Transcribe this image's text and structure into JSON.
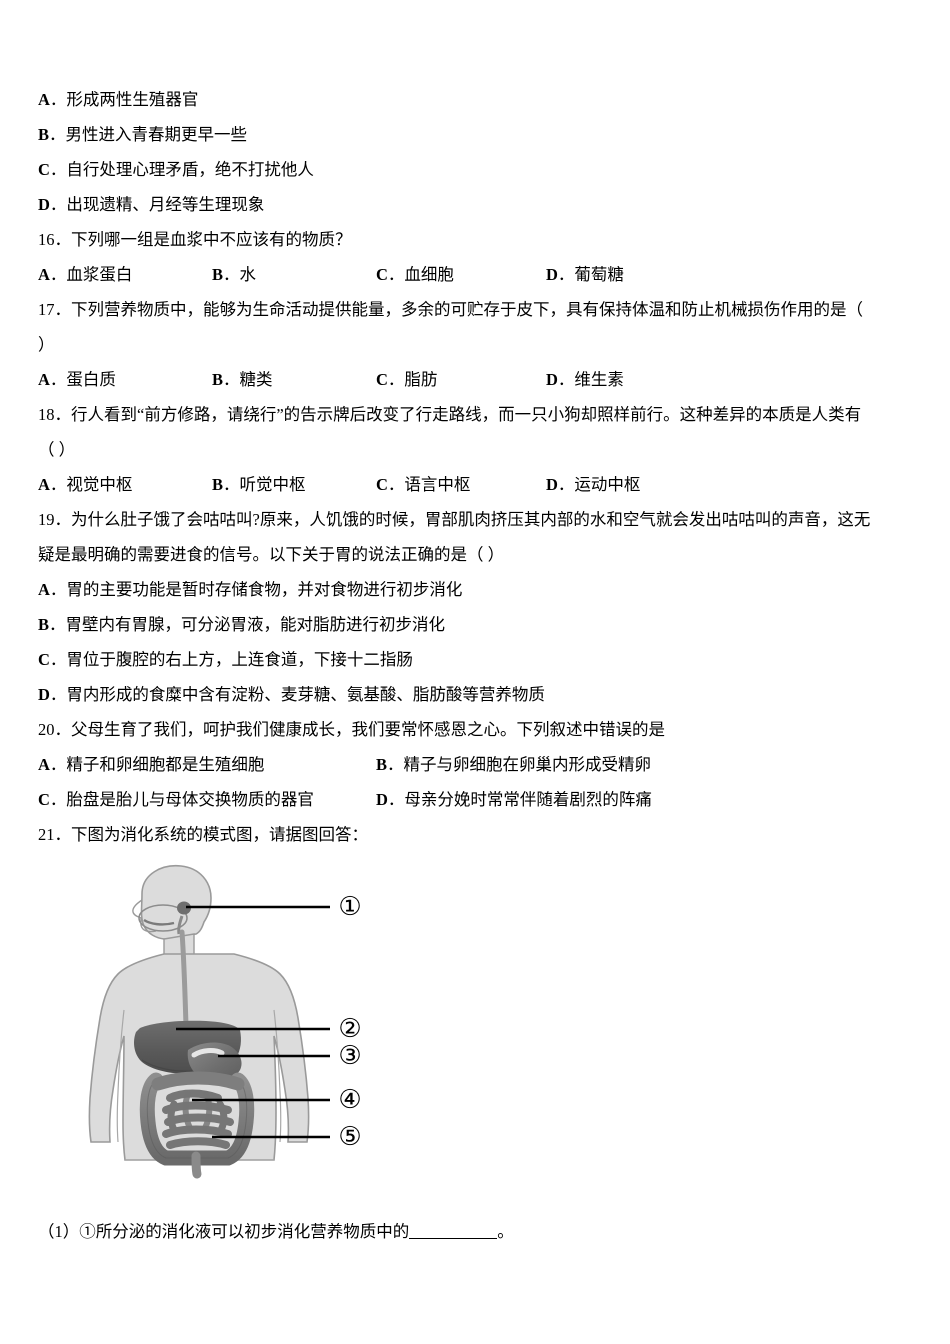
{
  "document": {
    "type": "exam-paper",
    "subject_hint": "生物",
    "background": "#ffffff",
    "text_color": "#000000"
  },
  "blocks": [
    {
      "kind": "orphan_options",
      "name": "question-15-options",
      "options": [
        {
          "letter": "A",
          "text": "形成两性生殖器官"
        },
        {
          "letter": "B",
          "text": "男性进入青春期更早一些"
        },
        {
          "letter": "C",
          "text": "自行处理心理矛盾，绝不打扰他人"
        },
        {
          "letter": "D",
          "text": "出现遗精、月经等生理现象"
        }
      ]
    },
    {
      "kind": "question",
      "name": "question-16",
      "number": "16",
      "stem": "16．下列哪一组是血浆中不应该有的物质？",
      "layout": "grid4",
      "options": [
        {
          "letter": "A",
          "text": "血浆蛋白"
        },
        {
          "letter": "B",
          "text": "水"
        },
        {
          "letter": "C",
          "text": "血细胞"
        },
        {
          "letter": "D",
          "text": "葡萄糖"
        }
      ]
    },
    {
      "kind": "question",
      "name": "question-17",
      "number": "17",
      "stem": "17．下列营养物质中，能够为生命活动提供能量，多余的可贮存于皮下，具有保持体温和防止机械损伤作用的是（",
      "stem_line2": "）",
      "layout": "grid4",
      "options": [
        {
          "letter": "A",
          "text": "蛋白质"
        },
        {
          "letter": "B",
          "text": "糖类"
        },
        {
          "letter": "C",
          "text": "脂肪"
        },
        {
          "letter": "D",
          "text": "维生素"
        }
      ]
    },
    {
      "kind": "question",
      "name": "question-18",
      "number": "18",
      "stem": "18．行人看到“前方修路，请绕行”的告示牌后改变了行走路线，而一只小狗却照样前行。这种差异的本质是人类有",
      "stem_line2": "（    ）",
      "layout": "grid4",
      "options": [
        {
          "letter": "A",
          "text": "视觉中枢"
        },
        {
          "letter": "B",
          "text": "听觉中枢"
        },
        {
          "letter": "C",
          "text": "语言中枢"
        },
        {
          "letter": "D",
          "text": "运动中枢"
        }
      ]
    },
    {
      "kind": "question",
      "name": "question-19",
      "number": "19",
      "stem": "19．为什么肚子饿了会咕咕叫?原来，人饥饿的时候，胃部肌肉挤压其内部的水和空气就会发出咕咕叫的声音，这无",
      "stem_line2": "疑是最明确的需要进食的信号。以下关于胃的说法正确的是（  ）",
      "layout": "rows",
      "options": [
        {
          "letter": "A",
          "text": "胃的主要功能是暂时存储食物，并对食物进行初步消化"
        },
        {
          "letter": "B",
          "text": "胃壁内有胃腺，可分泌胃液，能对脂肪进行初步消化"
        },
        {
          "letter": "C",
          "text": "胃位于腹腔的右上方，上连食道，下接十二指肠"
        },
        {
          "letter": "D",
          "text": "胃内形成的食糜中含有淀粉、麦芽糖、氨基酸、脂肪酸等营养物质"
        }
      ]
    },
    {
      "kind": "question",
      "name": "question-20",
      "number": "20",
      "stem": "20．父母生育了我们，呵护我们健康成长，我们要常怀感恩之心。下列叙述中错误的是",
      "layout": "grid2",
      "options": [
        {
          "letter": "A",
          "text": "精子和卵细胞都是生殖细胞"
        },
        {
          "letter": "B",
          "text": "精子与卵细胞在卵巢内形成受精卵"
        },
        {
          "letter": "C",
          "text": "胎盘是胎儿与母体交换物质的器官"
        },
        {
          "letter": "D",
          "text": "母亲分娩时常常伴随着剧烈的阵痛"
        }
      ]
    },
    {
      "kind": "question_with_figure",
      "name": "question-21",
      "number": "21",
      "stem": "21．下图为消化系统的模式图，请据图回答：",
      "figure": {
        "name": "digestive-system-diagram",
        "caption": "消化系统的模式图",
        "callouts": [
          {
            "id": "1",
            "glyph": "①",
            "organ_hint": "唾液腺"
          },
          {
            "id": "2",
            "glyph": "②",
            "organ_hint": "肝脏"
          },
          {
            "id": "3",
            "glyph": "③",
            "organ_hint": "胃"
          },
          {
            "id": "4",
            "glyph": "④",
            "organ_hint": "小肠"
          },
          {
            "id": "5",
            "glyph": "⑤",
            "organ_hint": "大肠"
          }
        ]
      },
      "sub_questions": [
        {
          "name": "question-21-1",
          "prefix": "（1）①所分泌的消化液可以初步消化营养物质中的",
          "suffix": "。"
        }
      ]
    }
  ]
}
